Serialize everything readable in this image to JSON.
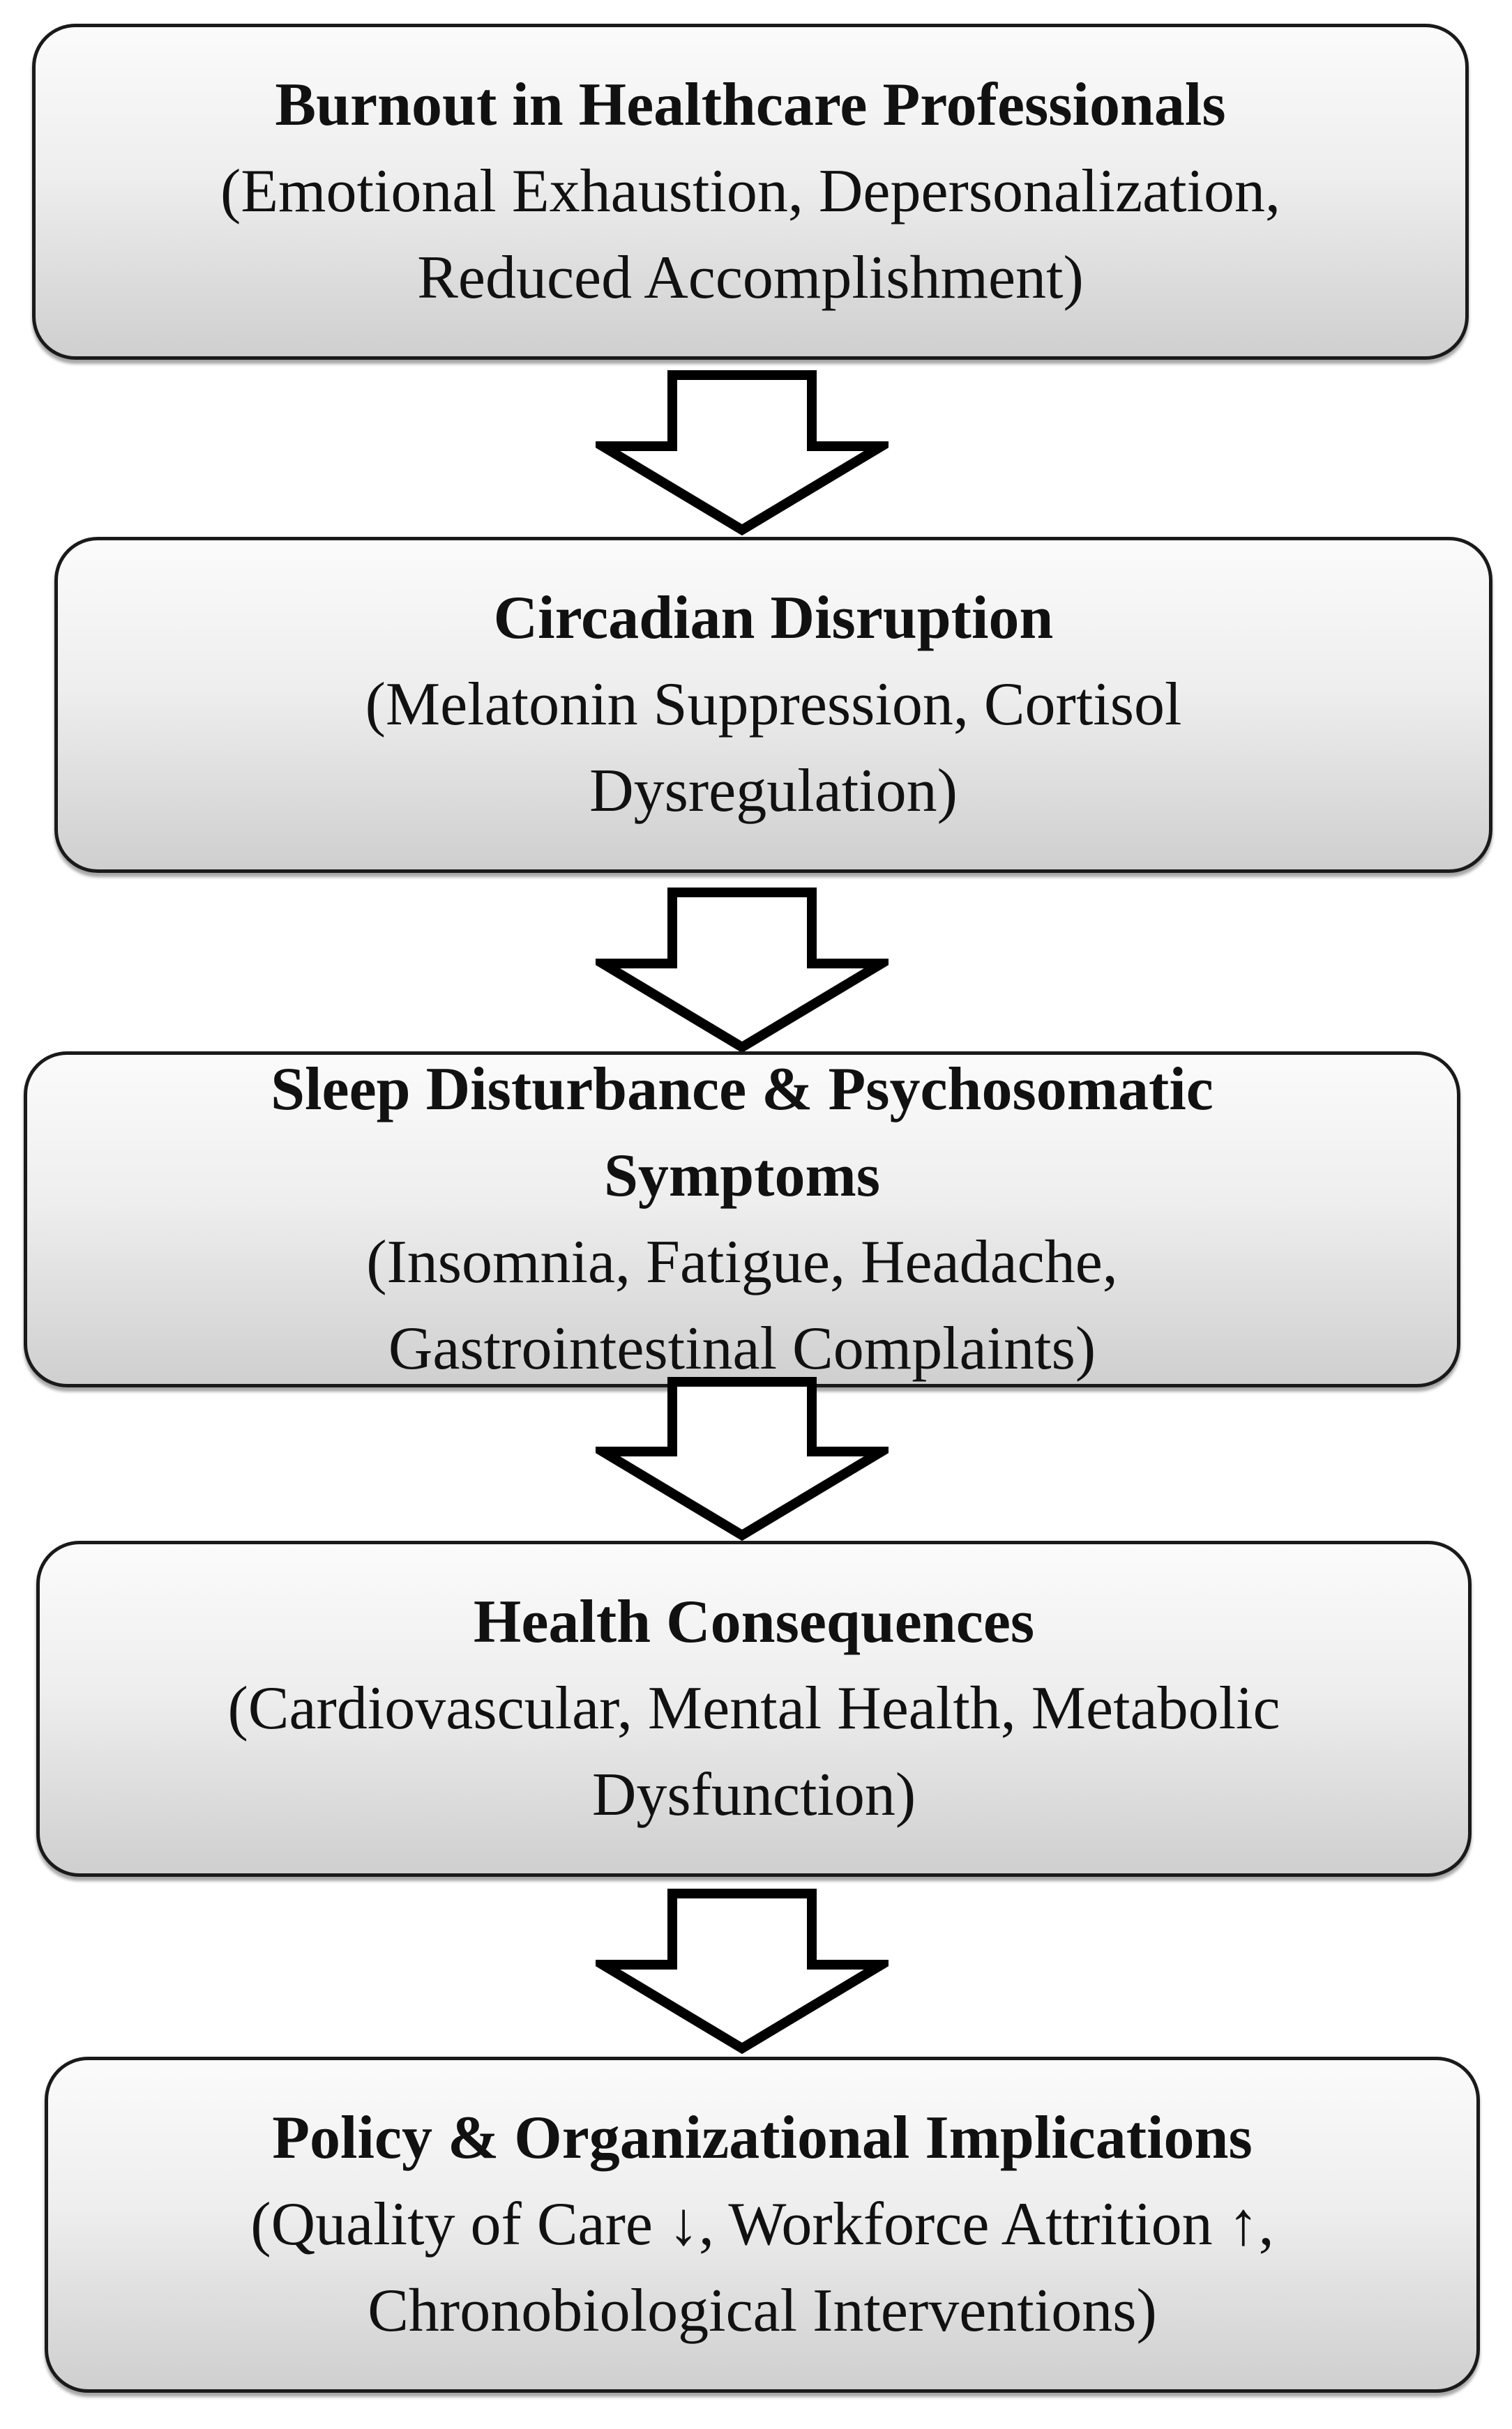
{
  "flowchart": {
    "boxes": [
      {
        "title": "Burnout in Healthcare Professionals",
        "desc_line1": "(Emotional Exhaustion, Depersonalization,",
        "desc_line2": "Reduced Accomplishment)"
      },
      {
        "title": "Circadian Disruption",
        "desc_line1": "(Melatonin Suppression, Cortisol",
        "desc_line2": "Dysregulation)"
      },
      {
        "title": "Sleep Disturbance & Psychosomatic Symptoms",
        "desc_line1": "(Insomnia, Fatigue, Headache,",
        "desc_line2": "Gastrointestinal Complaints)"
      },
      {
        "title": "Health Consequences",
        "desc_line1": "(Cardiovascular, Mental Health, Metabolic",
        "desc_line2": "Dysfunction)"
      },
      {
        "title": "Policy & Organizational Implications",
        "desc_line1": "(Quality of Care ↓, Workforce Attrition ↑,",
        "desc_line2": "Chronobiological Interventions)"
      }
    ],
    "arrow_icon": "hollow-down-arrow-icon"
  }
}
